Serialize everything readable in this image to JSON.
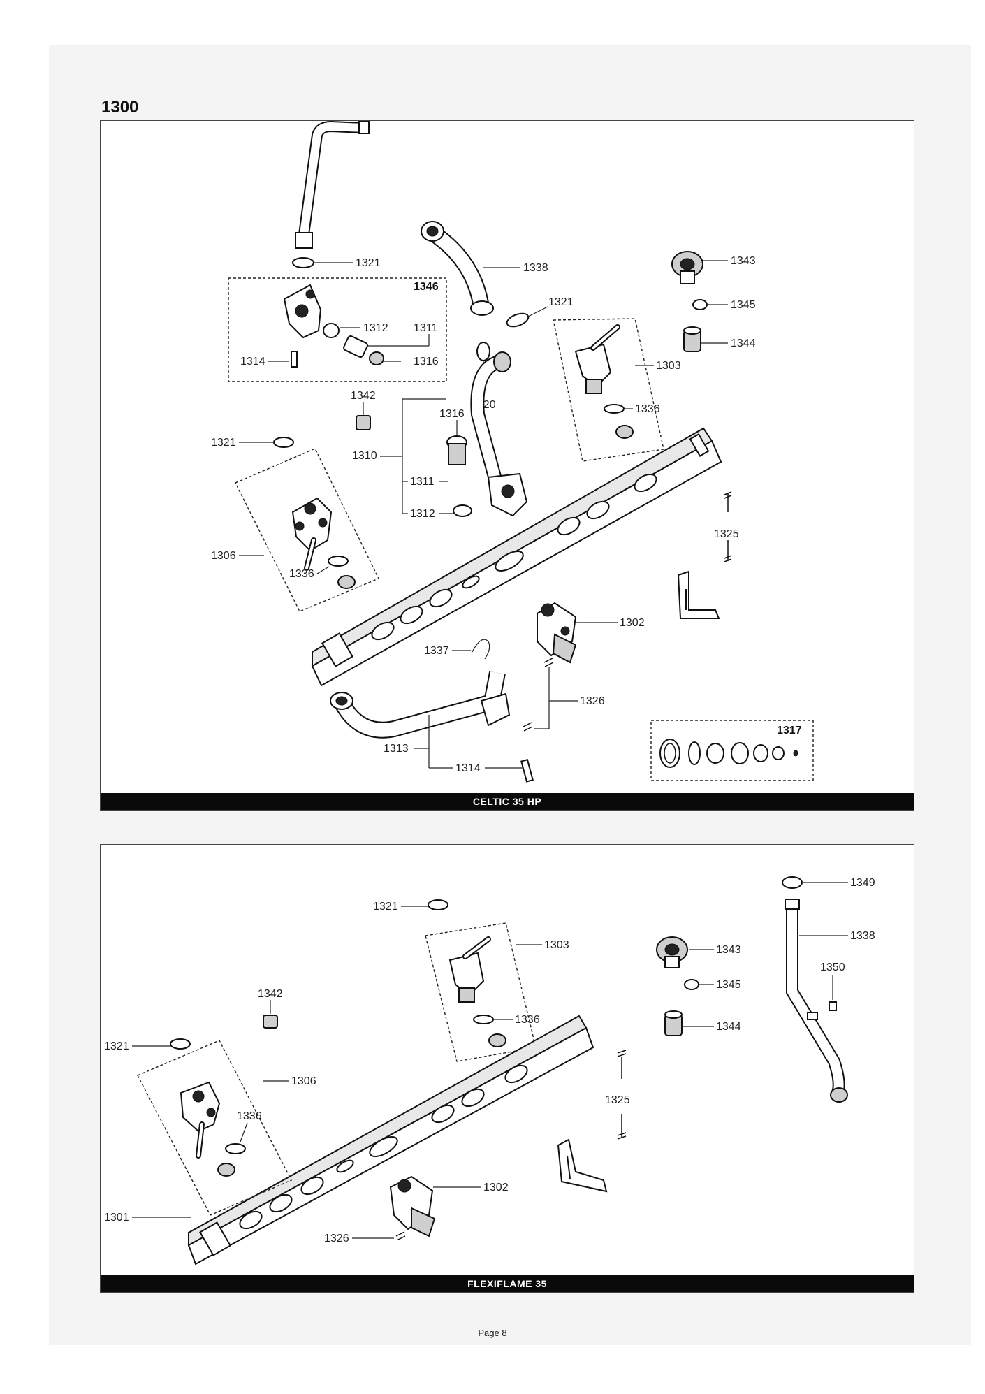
{
  "page": {
    "title": "1300",
    "page_number": "Page 8"
  },
  "panel_top": {
    "caption": "CELTIC 35 HP",
    "kit_labels": {
      "k1346": "1346",
      "k1317": "1317"
    },
    "labels": {
      "l1321a": "1321",
      "l1312a": "1312",
      "l1311a": "1311",
      "l1314a": "1314",
      "l1316a": "1316",
      "l1338": "1338",
      "l1321b": "1321",
      "l1320": "1320",
      "l1343": "1343",
      "l1345": "1345",
      "l1344": "1344",
      "l1303": "1303",
      "l1336a": "1336",
      "l1342": "1342",
      "l1321c": "1321",
      "l1310": "1310",
      "l1316b": "1316",
      "l1311b": "1311",
      "l1312b": "1312",
      "l1325": "1325",
      "l1306": "1306",
      "l1336b": "1336",
      "l1302": "1302",
      "l1337": "1337",
      "l1326": "1326",
      "l1313": "1313",
      "l1314b": "1314"
    }
  },
  "panel_bottom": {
    "caption": "FLEXIFLAME 35",
    "labels": {
      "l1349": "1349",
      "l1321a": "1321",
      "l1303": "1303",
      "l1338": "1338",
      "l1343": "1343",
      "l1350": "1350",
      "l1345": "1345",
      "l1342": "1342",
      "l1336a": "1336",
      "l1344": "1344",
      "l1321b": "1321",
      "l1306": "1306",
      "l1336b": "1336",
      "l1325": "1325",
      "l1302": "1302",
      "l1301": "1301",
      "l1326": "1326"
    }
  }
}
